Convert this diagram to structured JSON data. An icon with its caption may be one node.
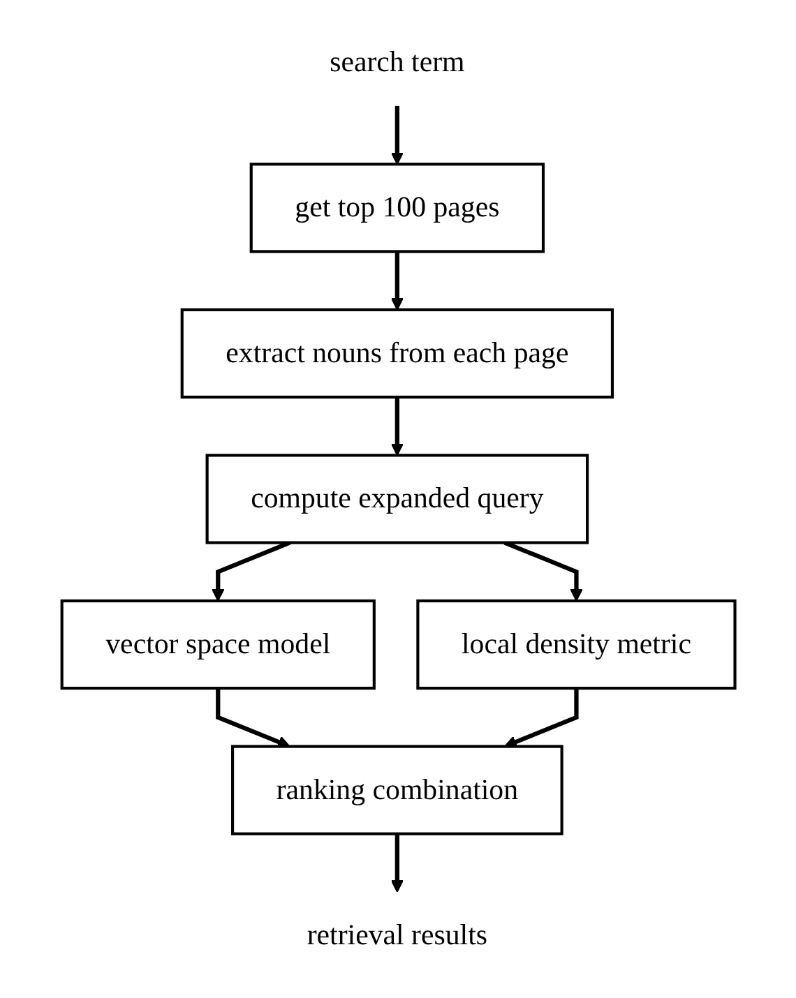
{
  "diagram": {
    "nodes": [
      {
        "text": [
          "search term"
        ]
      },
      {
        "text": [
          "get top 100 pages"
        ]
      },
      {
        "text": [
          "extract nouns from each page"
        ]
      },
      {
        "text": [
          "compute expanded query"
        ]
      },
      {
        "text": [
          "vector space model"
        ]
      },
      {
        "text": [
          "local density metric"
        ]
      },
      {
        "text": [
          "ranking combination"
        ]
      },
      {
        "text": [
          "retrieval results"
        ]
      }
    ],
    "edges": [
      {
        "from": 0,
        "to": 1,
        "arrow": "to"
      },
      {
        "from": 1,
        "to": 2,
        "arrow": "to"
      },
      {
        "from": 2,
        "to": 3,
        "arrow": "to"
      },
      {
        "from": 3,
        "to": 4,
        "arrow": "to"
      },
      {
        "from": 3,
        "to": 5,
        "arrow": "to"
      },
      {
        "from": 4,
        "to": 6,
        "arrow": "to"
      },
      {
        "from": 5,
        "to": 6,
        "arrow": "to"
      },
      {
        "from": 6,
        "to": 7,
        "arrow": "to"
      }
    ]
  }
}
